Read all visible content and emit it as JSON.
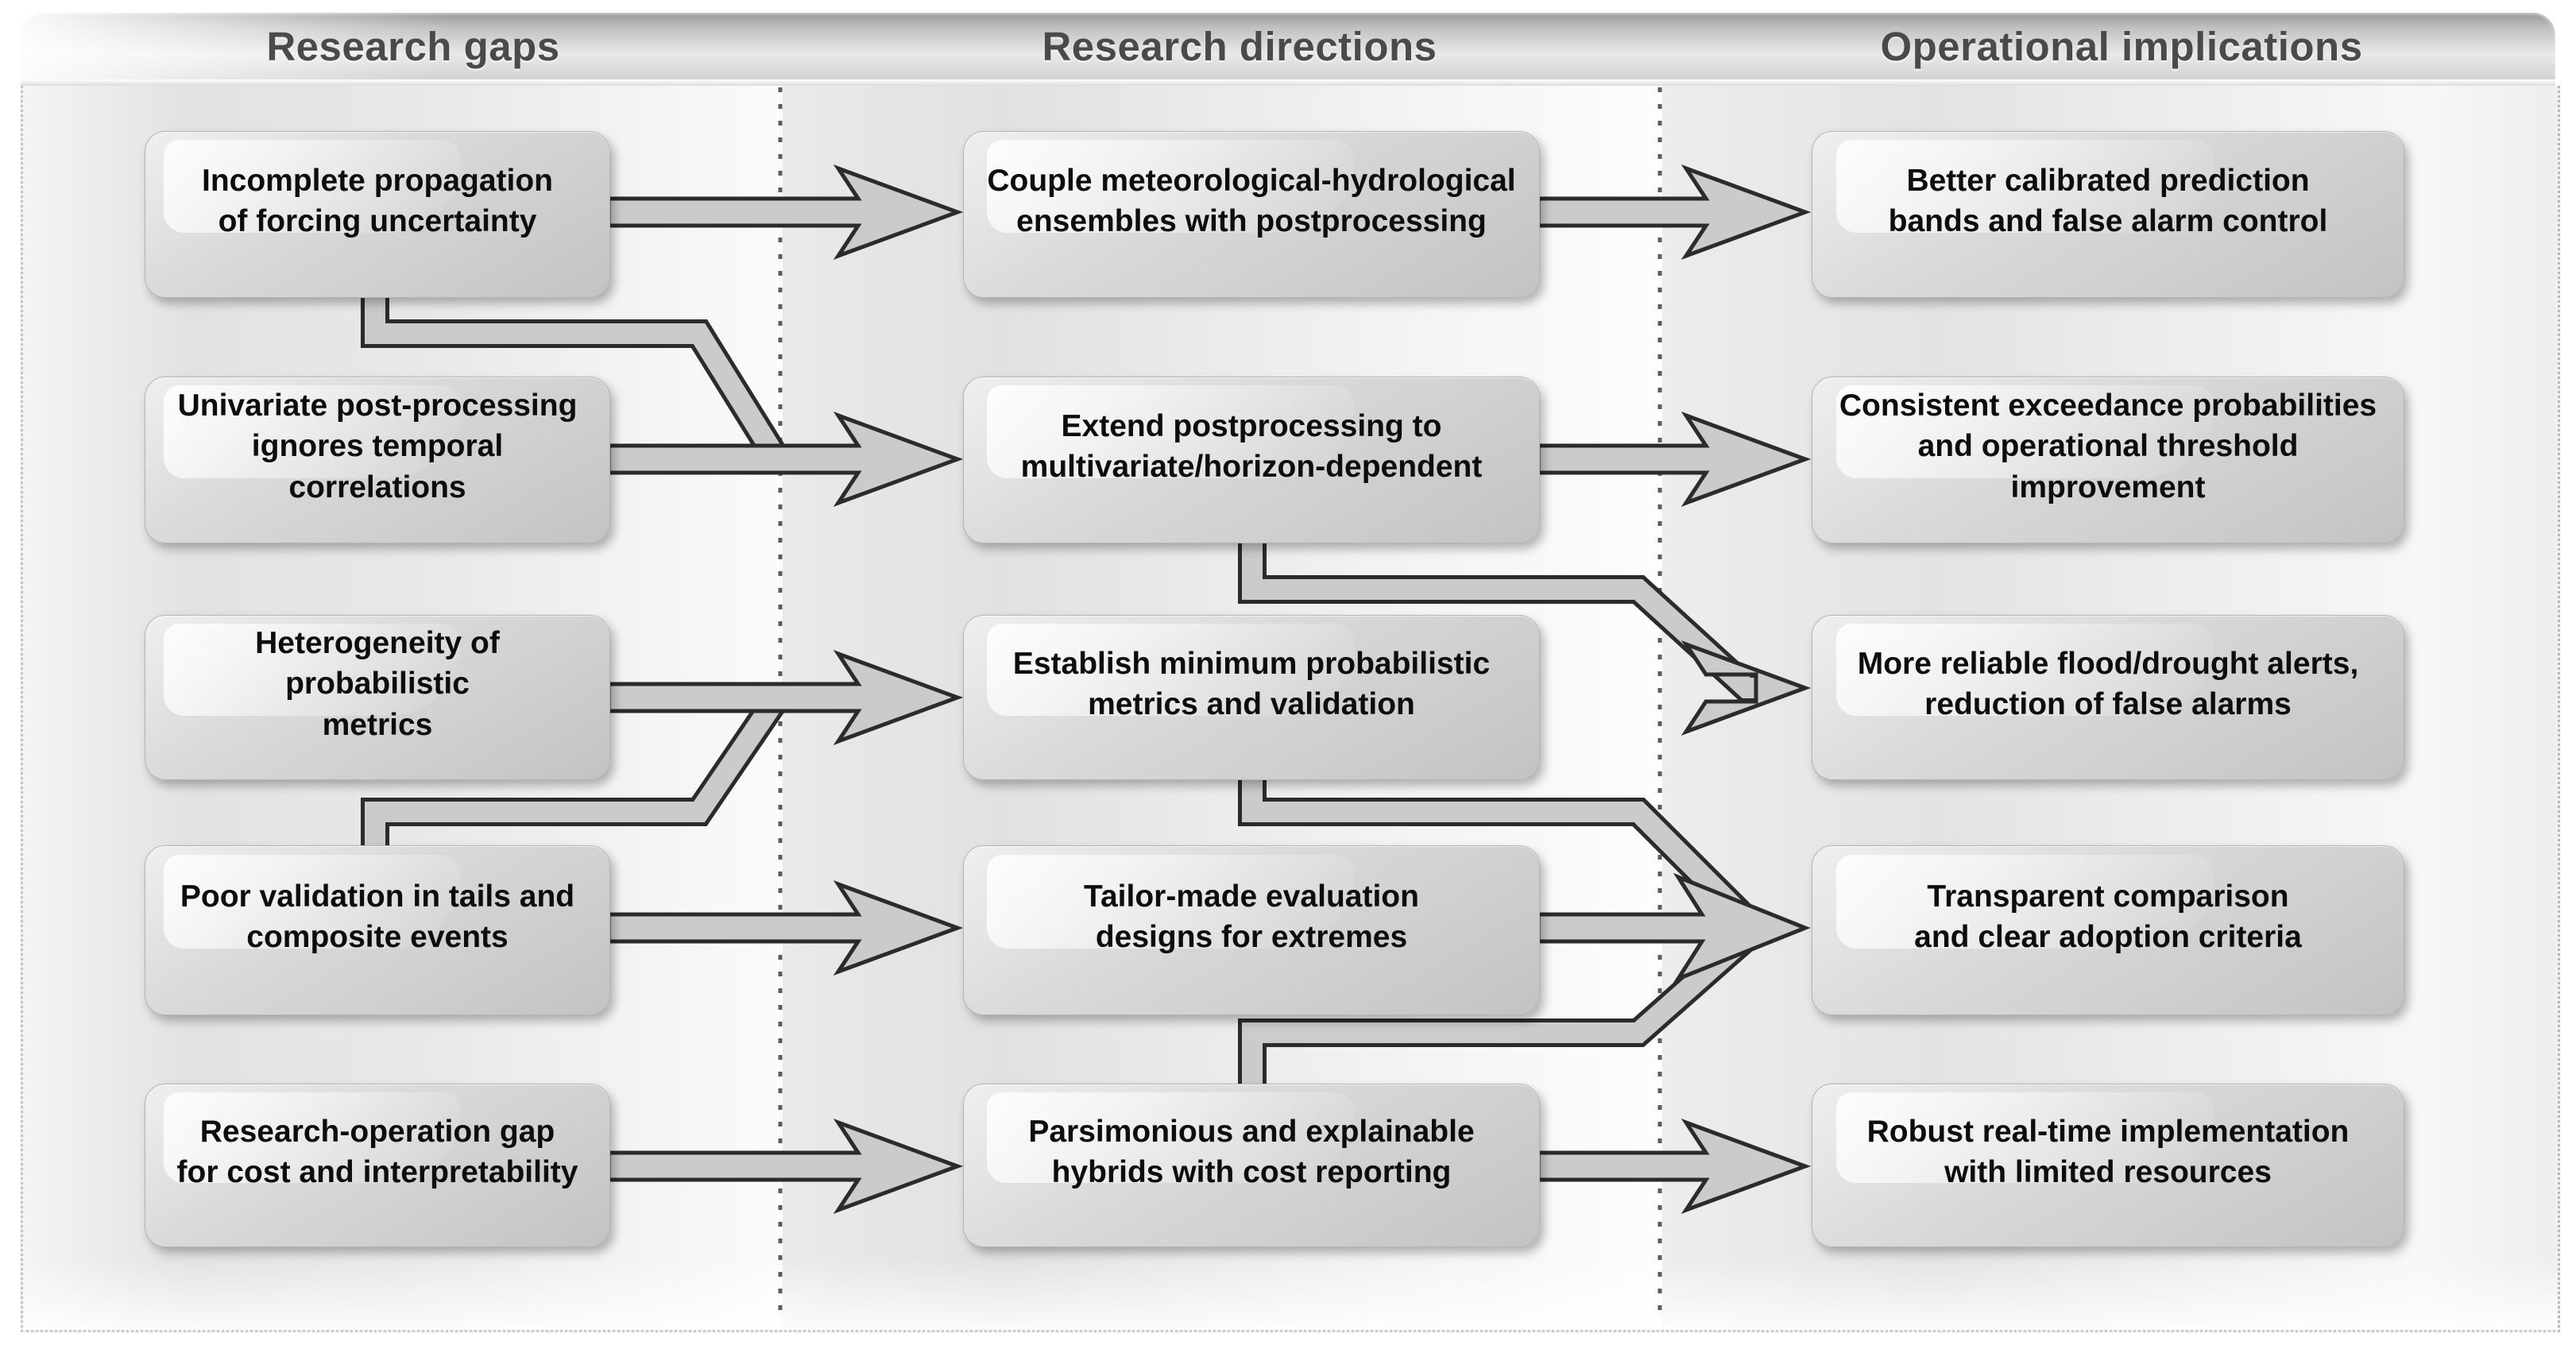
{
  "title_row": {
    "headers": [
      "Research gaps",
      "Research directions",
      "Operational implications"
    ]
  },
  "columns": {
    "gaps": [
      "Incomplete propagation\nof forcing uncertainty",
      "Univariate post-processing\nignores temporal correlations",
      "Heterogeneity of probabilistic\nmetrics",
      "Poor validation in tails and\ncomposite events",
      "Research-operation gap\nfor cost and interpretability"
    ],
    "directions": [
      "Couple meteorological-hydrological\nensembles with postprocessing",
      "Extend postprocessing to\nmultivariate/horizon-dependent",
      "Establish minimum probabilistic\nmetrics and validation",
      "Tailor-made evaluation\ndesigns for extremes",
      "Parsimonious and explainable\nhybrids with cost reporting"
    ],
    "implications": [
      "Better calibrated prediction\nbands and false alarm control",
      "Consistent exceedance probabilities\nand operational threshold improvement",
      "More reliable flood/drought alerts,\nreduction of false alarms",
      "Transparent comparison\nand clear adoption criteria",
      "Robust real-time implementation\nwith limited resources"
    ]
  },
  "colors": {
    "box_fill_light": "#efefef",
    "box_fill_dark": "#c3c3c3",
    "connector_fill": "#cbcbcb",
    "connector_outline": "#2b2b2b",
    "header_text": "#4a4a4a",
    "box_text": "#0d0d0d",
    "separator_dots": "#5c5c5c"
  },
  "diagram_data": {
    "type": "flow",
    "nodes": {
      "gaps": [
        "g1",
        "g2",
        "g3",
        "g4",
        "g5"
      ],
      "directions": [
        "d1",
        "d2",
        "d3",
        "d4",
        "d5"
      ],
      "implications": [
        "i1",
        "i2",
        "i3",
        "i4",
        "i5"
      ]
    },
    "edges": [
      {
        "from": "g1",
        "to": "d1",
        "type": "straight-arrow"
      },
      {
        "from": "g1",
        "to": "d2",
        "type": "elbow-merges-into-g2-arrow"
      },
      {
        "from": "g2",
        "to": "d2",
        "type": "straight-arrow"
      },
      {
        "from": "g3",
        "to": "d3",
        "type": "straight-arrow"
      },
      {
        "from": "g4",
        "to": "d3",
        "type": "elbow-merges-into-g3-arrow"
      },
      {
        "from": "g4",
        "to": "d4",
        "type": "straight-arrow"
      },
      {
        "from": "g5",
        "to": "d5",
        "type": "straight-arrow"
      },
      {
        "from": "d1",
        "to": "i1",
        "type": "straight-arrow"
      },
      {
        "from": "d2",
        "to": "i2",
        "type": "straight-arrow"
      },
      {
        "from": "d2",
        "to": "i3",
        "type": "elbow-arrow"
      },
      {
        "from": "d3",
        "to": "i4",
        "type": "elbow-merges-into-d4-arrow"
      },
      {
        "from": "d4",
        "to": "i4",
        "type": "straight-arrow"
      },
      {
        "from": "d5",
        "to": "i4",
        "type": "elbow-merges-into-d4-arrow"
      },
      {
        "from": "d5",
        "to": "i5",
        "type": "straight-arrow"
      }
    ]
  }
}
